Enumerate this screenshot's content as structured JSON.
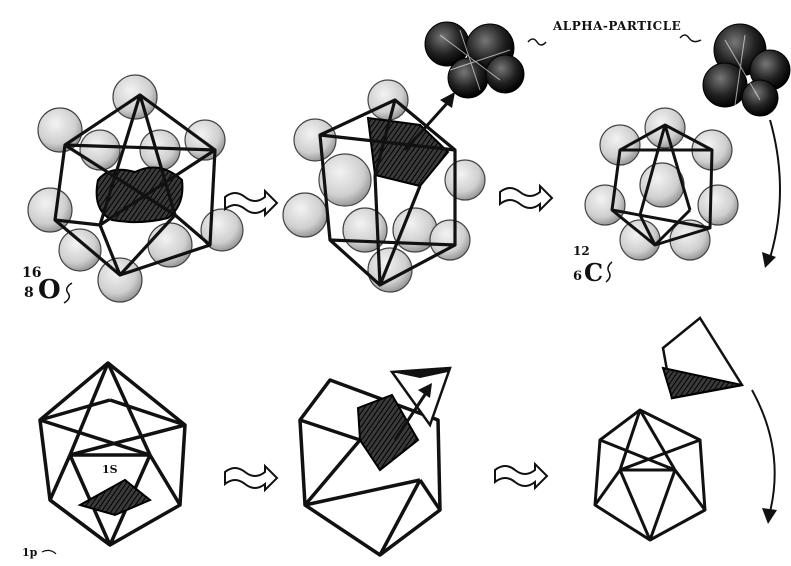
{
  "labels": {
    "alpha_particle": "ALPHA-PARTICLE",
    "oxygen": {
      "mass": "16",
      "atomic": "8",
      "symbol": "O"
    },
    "carbon": {
      "mass": "12",
      "atomic": "6",
      "symbol": "C"
    },
    "face_label": "1S",
    "vertex_label": "1p"
  },
  "colors": {
    "ink": "#111111",
    "sphere_fill": "#d9d9d9",
    "dark_fill": "#2a2a2a",
    "background": "#ffffff"
  },
  "icons": [
    "wavy-arrow-icon",
    "curved-arrow-icon",
    "icosahedron-icon",
    "tetrahedron-icon",
    "nucleon-sphere-icon"
  ]
}
